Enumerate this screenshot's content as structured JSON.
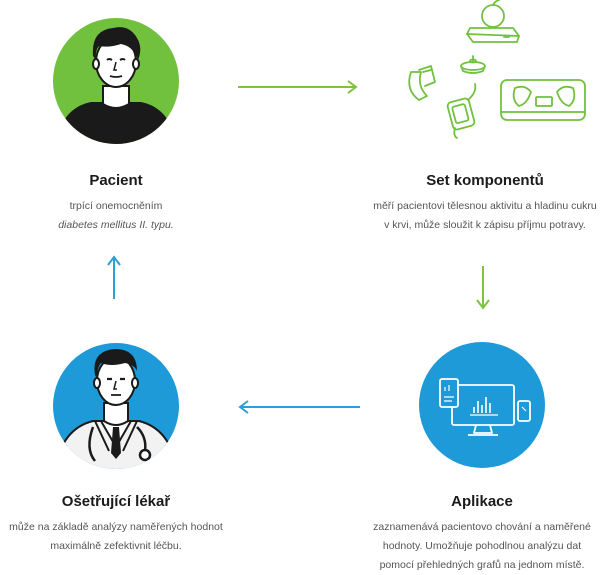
{
  "nodes": {
    "patient": {
      "title": "Pacient",
      "desc_line1": "trpící onemocněním",
      "desc_line2": "diabetes mellitus II. typu."
    },
    "components": {
      "title": "Set komponentů",
      "desc_line1": "měří pacientovi tělesnou aktivitu a hladinu cukru",
      "desc_line2": "v krvi, může sloužit k zápisu příjmu potravy."
    },
    "app": {
      "title": "Aplikace",
      "desc_line1": "zaznamenává pacientovo chování a naměřené",
      "desc_line2": "hodnoty. Umožňuje pohodlnou analýzu dat",
      "desc_line3": "pomocí přehledných grafů na jednom místě."
    },
    "doctor": {
      "title": "Ošetřující lékař",
      "desc_line1": "může na základě analýzy naměřených hodnot",
      "desc_line2": "maximálně zefektivnit léčbu."
    }
  },
  "colors": {
    "green": "#72c13e",
    "blue": "#1e9ad8",
    "line_green": "#7dc242",
    "line_blue": "#2a9fd8",
    "dark": "#1a1a1a"
  },
  "icons": {
    "patient": "patient-avatar-icon",
    "components": "device-set-icon",
    "app": "monitor-phone-icon",
    "doctor": "doctor-avatar-icon"
  }
}
